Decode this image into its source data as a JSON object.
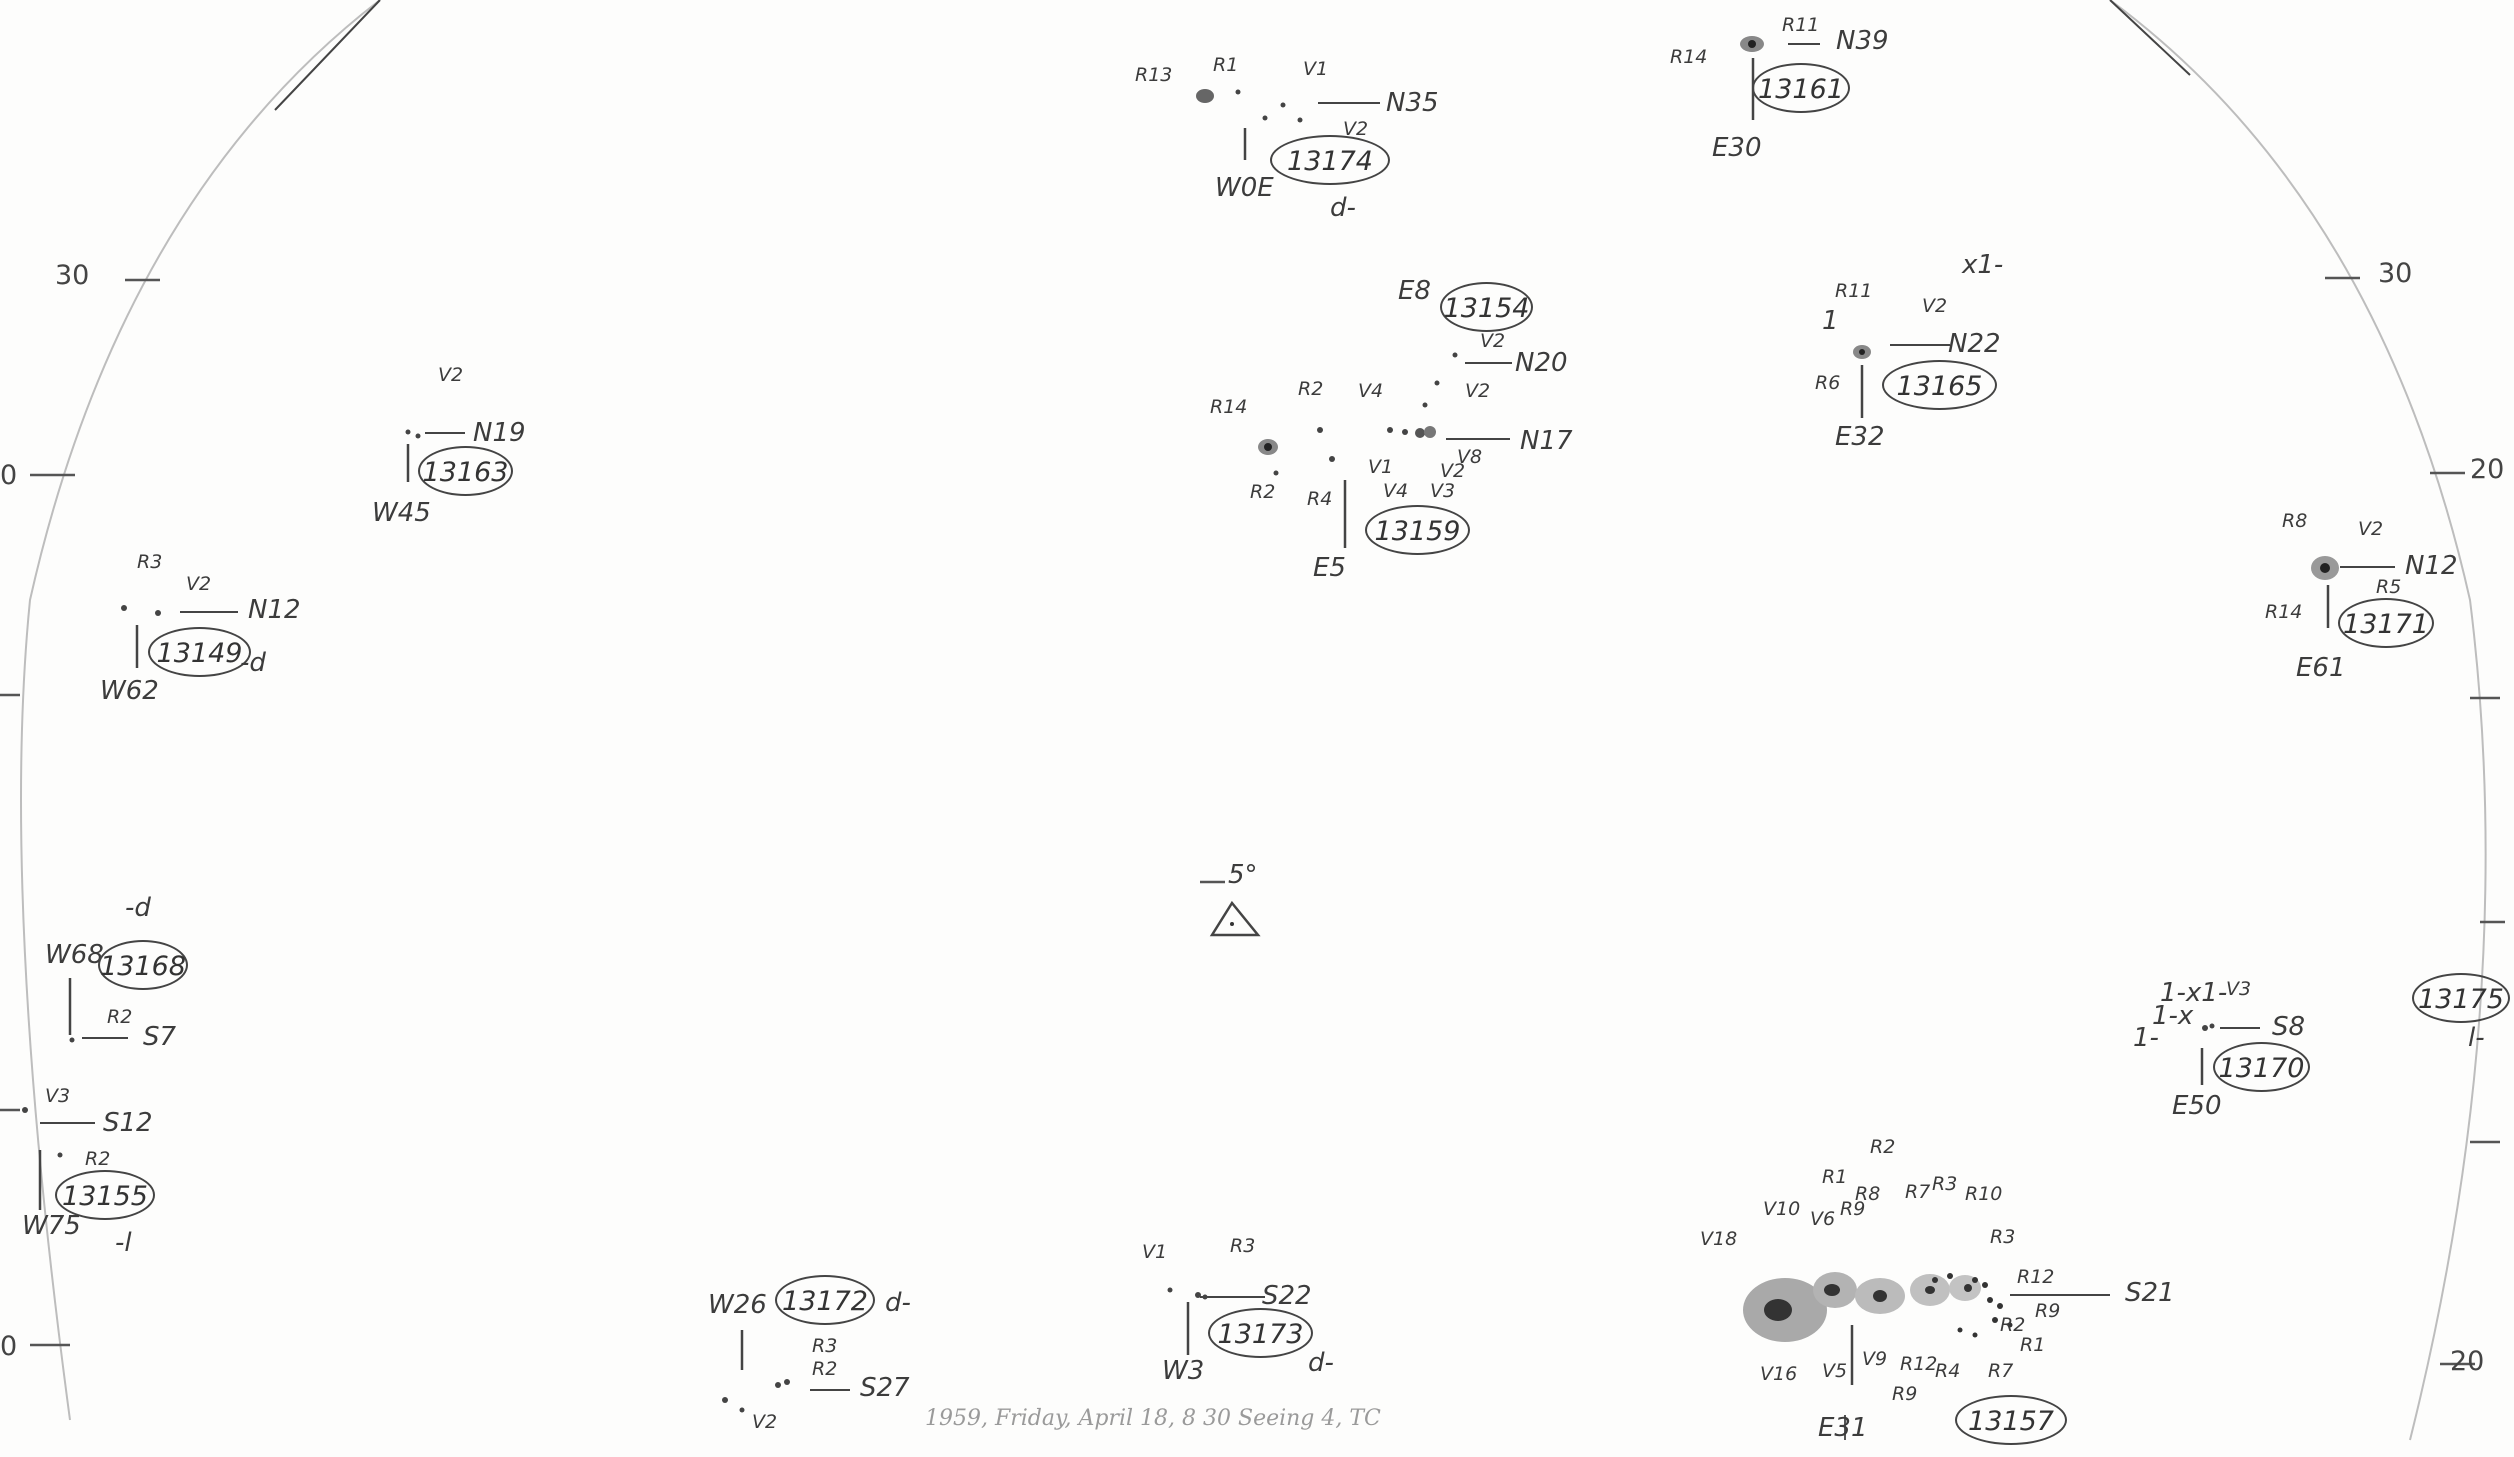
{
  "scale": {
    "left_top": "30",
    "left_mid": "0",
    "left_bottom": "0",
    "right_top": "30",
    "right_mid": "20",
    "right_bottom": "20"
  },
  "center": {
    "label": "5°"
  },
  "footer": "1959, Friday, April 18, 8 30 Seeing 4, TC",
  "groups": {
    "g13174": {
      "number": "13174",
      "pos": "W0E",
      "lat": "N35",
      "spots": [
        "R13",
        "R1",
        "V1",
        "V2"
      ],
      "note": "d-"
    },
    "g13161": {
      "number": "13161",
      "pos": "E30",
      "lat": "N39",
      "spots": [
        "R14",
        "R11"
      ]
    },
    "g13154": {
      "number": "13154",
      "pos": "E8",
      "lat": "N20",
      "spots": [
        "V2",
        "V2"
      ]
    },
    "g13159": {
      "number": "13159",
      "pos": "E5",
      "lat": "N17",
      "spots": [
        "R14",
        "R2",
        "V4",
        "R2",
        "R4",
        "V1",
        "V4",
        "V3",
        "V2",
        "V8"
      ]
    },
    "g13165": {
      "number": "13165",
      "pos": "E32",
      "lat": "N22",
      "spots": [
        "R11",
        "V2",
        "R6"
      ],
      "mark": "x1-",
      "mark2": "1"
    },
    "g13163": {
      "number": "13163",
      "pos": "W45",
      "lat": "N19",
      "spots": [
        "V2"
      ]
    },
    "g13149": {
      "number": "13149",
      "pos": "W62",
      "lat": "N12",
      "spots": [
        "R3",
        "V2"
      ],
      "note": "-d"
    },
    "g13171": {
      "number": "13171",
      "pos": "E61",
      "lat": "N12",
      "spots": [
        "R8",
        "V2",
        "R5",
        "R14"
      ]
    },
    "g13168": {
      "number": "13168",
      "pos": "W68",
      "lat": "S7",
      "spots": [
        "R2"
      ],
      "note": "-d"
    },
    "g13155": {
      "number": "13155",
      "pos": "W75",
      "lat": "S12",
      "spots": [
        "V3",
        "R2"
      ],
      "note": "-l"
    },
    "g13175": {
      "number": "13175",
      "note": "l-"
    },
    "g13170": {
      "number": "13170",
      "pos": "E50",
      "lat": "S8",
      "spots": [
        "V3"
      ],
      "mark": "1-x1-",
      "mark2": "1-x",
      "mark3": "1-"
    },
    "g13172": {
      "number": "13172",
      "pos": "W26",
      "lat": "S27",
      "spots": [
        "R3",
        "R2",
        "V2"
      ],
      "note": "d-"
    },
    "g13173": {
      "number": "13173",
      "pos": "W3",
      "lat": "S22",
      "spots": [
        "V1",
        "R3"
      ],
      "note": "d-"
    },
    "g13157": {
      "number": "13157",
      "pos": "E31",
      "lat": "S21",
      "spots_top": [
        "V18",
        "V10",
        "R1",
        "V6",
        "R9",
        "R8",
        "R2",
        "R7",
        "R3",
        "R10",
        "R3",
        "R12",
        "R9",
        "R2",
        "R1",
        "R7"
      ],
      "spots_bottom": [
        "V16",
        "V5",
        "V9",
        "R12",
        "R4",
        "R9"
      ]
    }
  }
}
